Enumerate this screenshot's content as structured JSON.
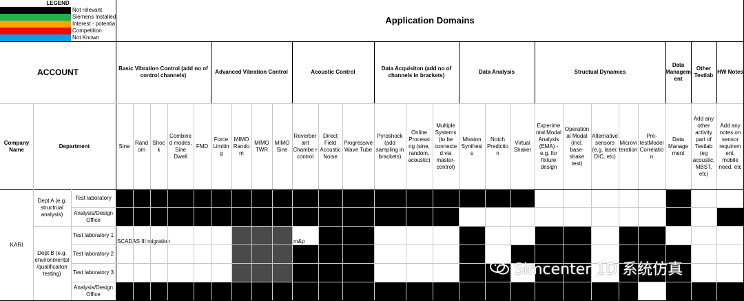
{
  "legend": {
    "title": "LEGEND",
    "items": [
      {
        "label": "Not relevant",
        "color": "#000000"
      },
      {
        "label": "Siemens Installed",
        "color": "#22b14c"
      },
      {
        "label": "Interest - potentia",
        "color": "#ffa500"
      },
      {
        "label": "Competition",
        "color": "#ff0000"
      },
      {
        "label": "Not Known",
        "color": "#00a2e8"
      }
    ]
  },
  "header": {
    "app_domains": "Application Domains",
    "account": "ACCOUNT",
    "company_name": "Company Name",
    "department": "Department"
  },
  "groups": [
    {
      "label": "Basic Vibration Control (add no of control channels)"
    },
    {
      "label": "Advanced Vibration Control"
    },
    {
      "label": "Acoustic Control"
    },
    {
      "label": "Data Acquisiton (add no of channels in brackets)"
    },
    {
      "label": "Data Analysis"
    },
    {
      "label": "Structual Dynamics"
    },
    {
      "label": "Data Managem ent"
    },
    {
      "label": "Other Testlab"
    },
    {
      "label": "HW Notes"
    }
  ],
  "columns": [
    "Sine",
    "Rand om",
    "Shoc k",
    "Combine d modes, Sine Dwell",
    "FMD",
    "Force Limitin g",
    "MIMO Rando m",
    "MIMO TWR",
    "MIMO Sine",
    "Reverber ant Chambe r control",
    "Direct Field Acoustic Noise",
    "Progressive Wave Tube",
    "Pyroshock (add sampling in brackets)",
    "Online Processi ng (sine, random, acoustic)",
    "Multiple Systems (to be connecte d via master-control)",
    "Mission Synthesi s",
    "Notch Predictio n",
    "Virtual Shaker",
    "Experime ntal Modal Analysis (EMA) - e.g. for fixture design",
    "Operation al Modal (incl. base-shake test)",
    "Alternative sensors (e.g. laser, DIC, etc)",
    "Microvi teration",
    "Pre-testModel Correlatio n",
    "Data Manage ment",
    "Add any other activity part of Testlab (eg acoustic, MBST, etc)",
    "Add any notes on sensor requirem ent, mobile need, etc"
  ],
  "rows": {
    "company": "KARI",
    "dept_a": "Dept A (e.g. structrual analysis)",
    "dept_b": "Dept B (e.g. environmental /qualificaiton testing)",
    "subs": [
      "Test laboratory",
      "Analysis/Design Office",
      "Test laboratory 1",
      "Test laboratory 2",
      "Test laboratory 3",
      "Analysis/Design Office"
    ]
  },
  "notes": {
    "scadas": "SCADAS III migration",
    "msp": "m&p"
  },
  "watermark": "Simcenter 1D 系统仿真"
}
